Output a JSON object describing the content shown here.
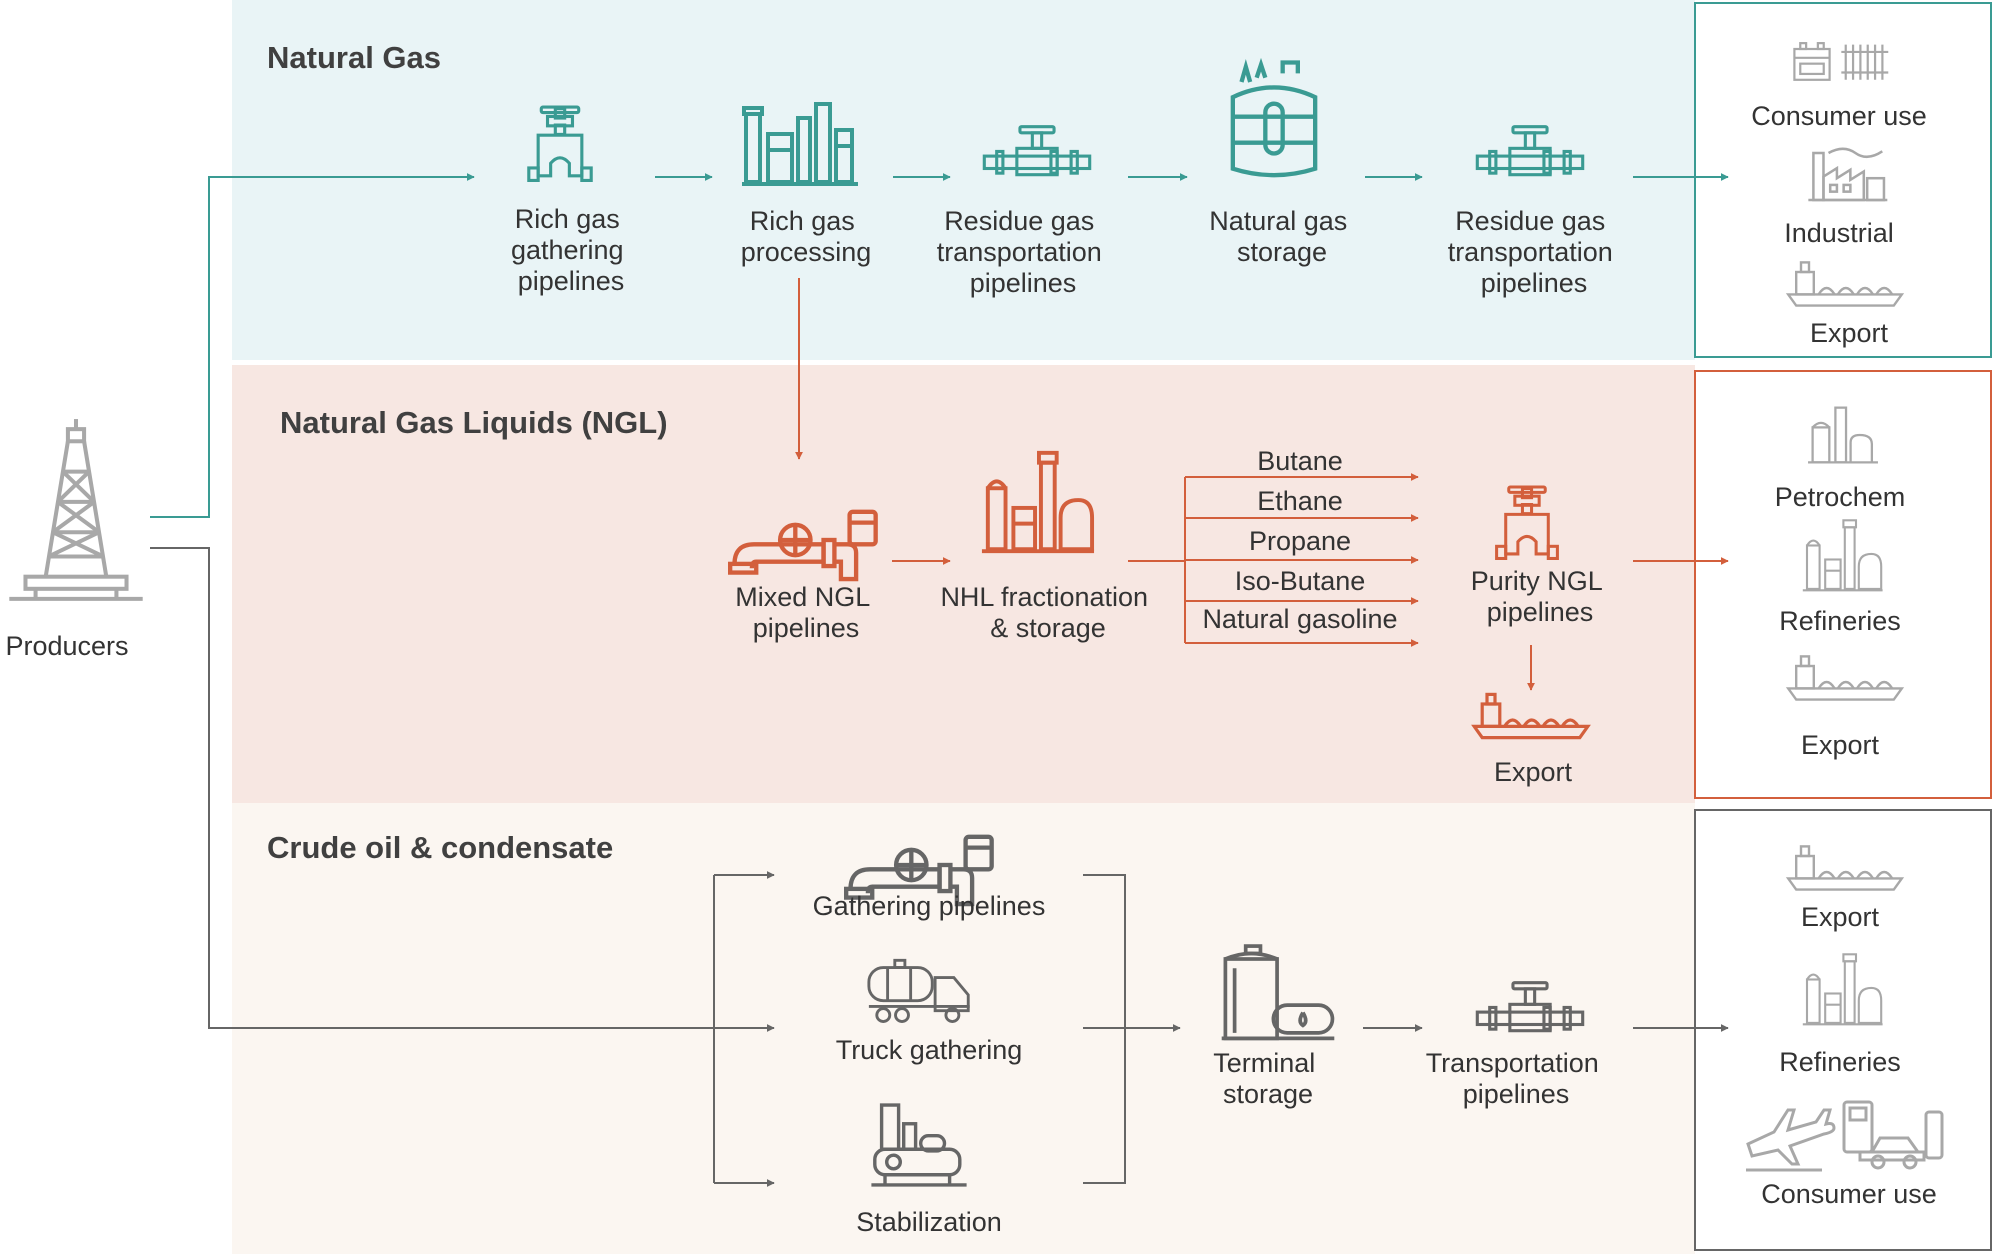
{
  "colors": {
    "gas_band": "#e9f4f6",
    "ngl_band": "#f7e7e2",
    "crude_band": "#fbf6f1",
    "teal": "#3a9b93",
    "orange": "#d35f3c",
    "dark": "#666666",
    "gray_icon": "#a8a8a8",
    "text": "#333333",
    "heading": "#404040"
  },
  "producers": {
    "label": "Producers",
    "icon": "oil-derrick-icon"
  },
  "sections": {
    "gas": {
      "title": "Natural Gas",
      "steps": [
        {
          "lines": [
            "Rich gas",
            "gathering",
            "pipelines"
          ],
          "icon": "valve-icon"
        },
        {
          "lines": [
            "Rich gas",
            "processing"
          ],
          "icon": "processing-plant-icon"
        },
        {
          "lines": [
            "Residue gas",
            "transportation",
            "pipelines"
          ],
          "icon": "pipeline-valve-icon"
        },
        {
          "lines": [
            "Natural gas",
            "storage"
          ],
          "icon": "storage-tank-icon"
        },
        {
          "lines": [
            "Residue gas",
            "transportation",
            "pipelines"
          ],
          "icon": "pipeline-valve-icon"
        }
      ],
      "end_uses": [
        {
          "label": "Consumer use",
          "icon": "stove-radiator-icon"
        },
        {
          "label": "Industrial",
          "icon": "factory-icon"
        },
        {
          "label": "Export",
          "icon": "lng-ship-icon"
        }
      ]
    },
    "ngl": {
      "title": "Natural Gas Liquids (NGL)",
      "steps": [
        {
          "lines": [
            "Mixed NGL",
            "pipelines"
          ],
          "icon": "pipe-drum-icon"
        },
        {
          "lines": [
            "NHL fractionation",
            "& storage"
          ],
          "icon": "refinery-icon"
        }
      ],
      "products": [
        "Butane",
        "Ethane",
        "Propane",
        "Iso-Butane",
        "Natural gasoline"
      ],
      "purity": {
        "lines": [
          "Purity NGL",
          "pipelines"
        ],
        "icon": "valve-icon"
      },
      "export": {
        "label": "Export",
        "icon": "lng-ship-icon"
      },
      "end_uses": [
        {
          "label": "Petrochem",
          "icon": "petrochem-plant-icon"
        },
        {
          "label": "Refineries",
          "icon": "refinery-icon"
        },
        {
          "label": "Export",
          "icon": "lng-ship-icon"
        }
      ]
    },
    "crude": {
      "title": "Crude oil & condensate",
      "gathering": [
        {
          "label": "Gathering pipelines",
          "icon": "pipe-drum-icon"
        },
        {
          "label": "Truck gathering",
          "icon": "tanker-truck-icon"
        },
        {
          "label": "Stabilization",
          "icon": "stabilizer-icon"
        }
      ],
      "steps": [
        {
          "lines": [
            "Terminal",
            "storage"
          ],
          "icon": "terminal-tank-icon"
        },
        {
          "lines": [
            "Transportation",
            "pipelines"
          ],
          "icon": "pipeline-valve-icon"
        }
      ],
      "end_uses": [
        {
          "label": "Export",
          "icon": "lng-ship-icon"
        },
        {
          "label": "Refineries",
          "icon": "refinery-icon"
        },
        {
          "label": "Consumer use",
          "icon": "plane-car-icon"
        }
      ]
    }
  }
}
